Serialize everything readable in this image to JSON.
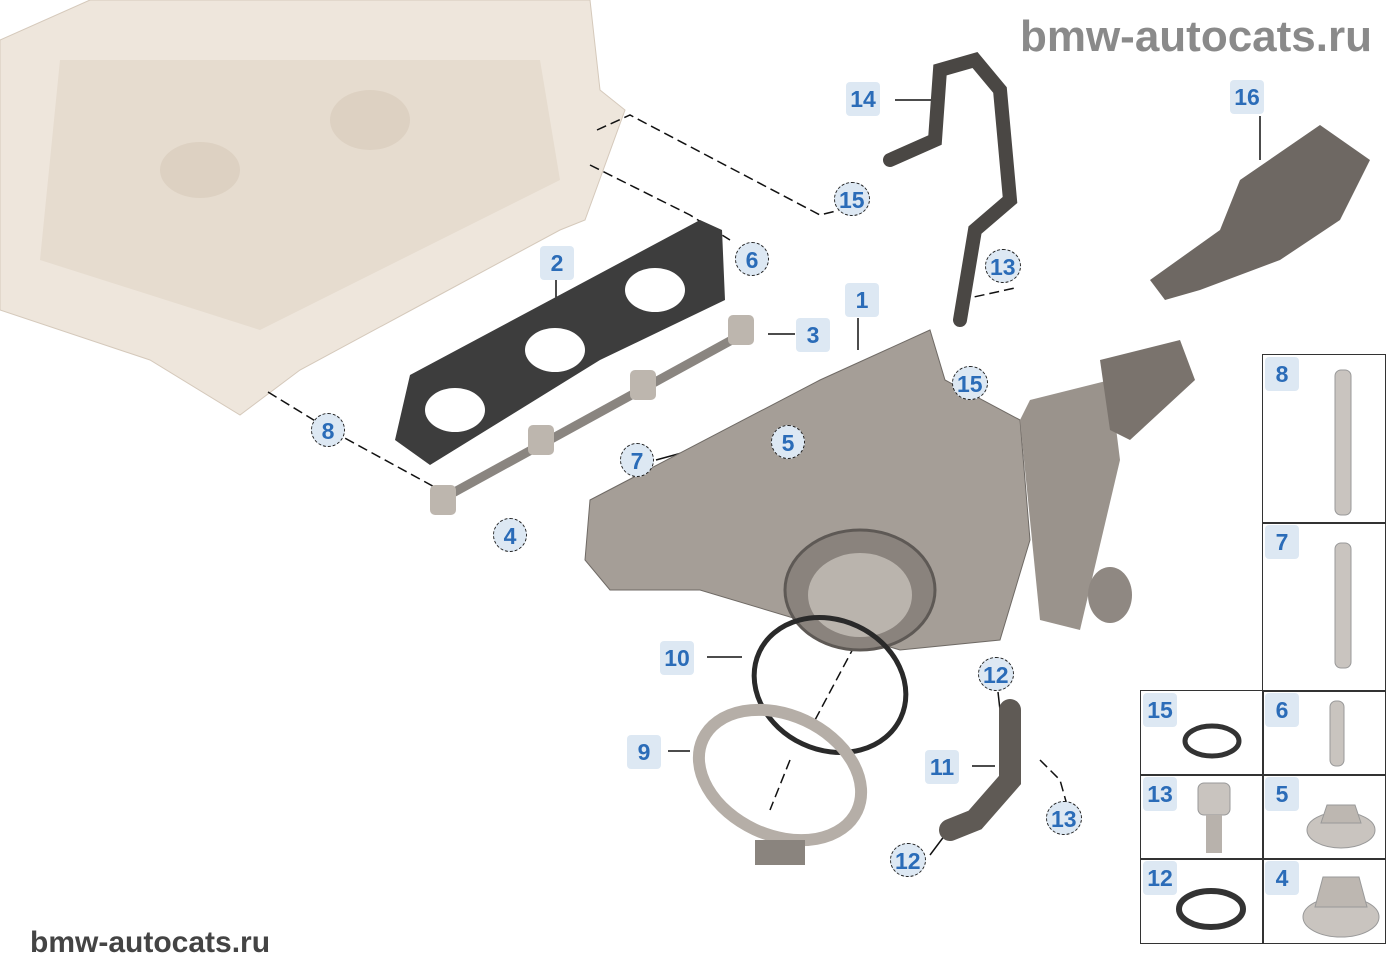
{
  "watermark_top": "bmw-autocats.ru",
  "watermark_bottom": "bmw-autocats.ru",
  "callouts": [
    "14",
    "16",
    "15",
    "6",
    "2",
    "13",
    "1",
    "3",
    "15",
    "8",
    "5",
    "7",
    "4",
    "10",
    "12",
    "9",
    "11",
    "13",
    "12"
  ],
  "legend_cells": [
    "8",
    "7",
    "15",
    "6",
    "13",
    "5",
    "12",
    "4"
  ],
  "colors": {
    "callout_bg": "#dde8f3",
    "callout_text": "#2b6cb8",
    "part_metal": "#9a938c",
    "cylinder_head": "#ede4da",
    "gasket": "#3a3a3a"
  }
}
